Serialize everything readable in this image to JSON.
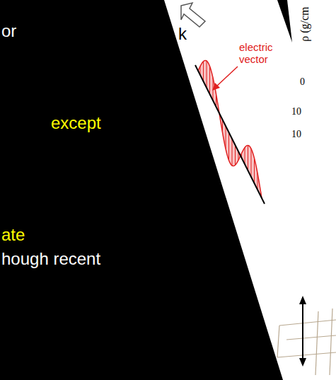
{
  "diagram": {
    "labels": [
      "k",
      "electric vector",
      "or",
      "except",
      "ate",
      "hough recent",
      "ρ (g/cm",
      "0",
      "10",
      "10"
    ]
  }
}
